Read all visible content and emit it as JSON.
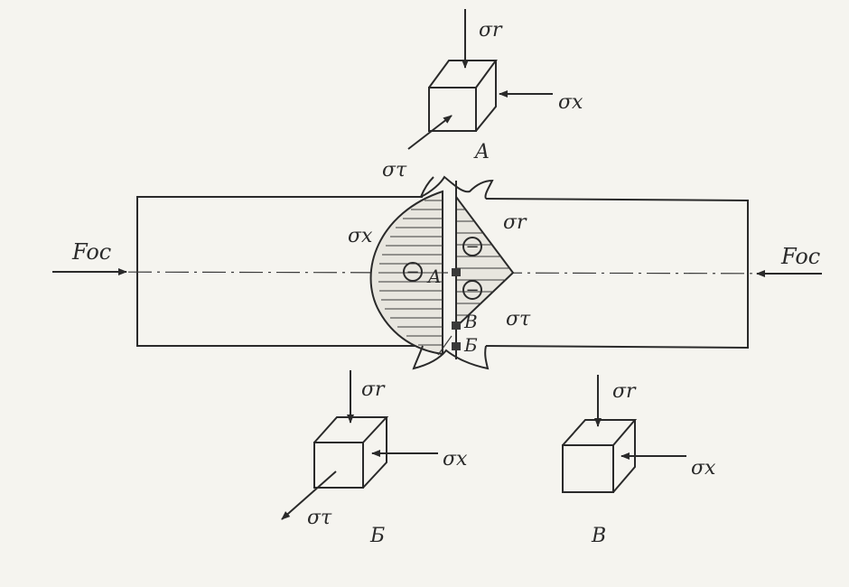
{
  "labels": {
    "sigma_r": "σr",
    "sigma_x": "σx",
    "sigma_t": "στ",
    "f_oc": "Foc",
    "point_a": "A",
    "point_v": "B",
    "point_b": "Б",
    "cube_a": "A",
    "cube_b": "Б",
    "cube_v": "B",
    "minus": "−"
  }
}
